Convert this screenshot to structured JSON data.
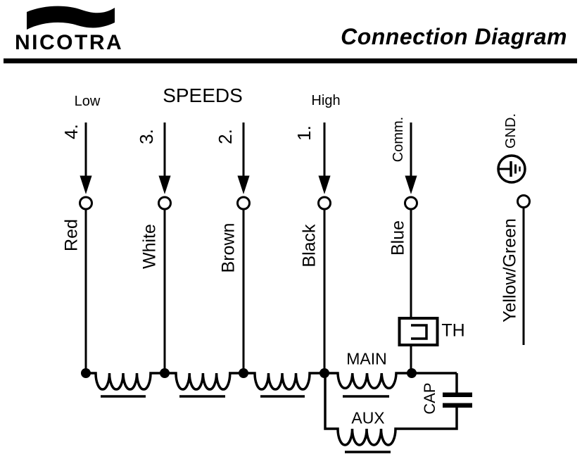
{
  "header": {
    "brand": "NICOTRA",
    "title": "Connection Diagram"
  },
  "diagram": {
    "speeds_title": "SPEEDS",
    "low_label": "Low",
    "high_label": "High",
    "terminals": [
      {
        "number": "4.",
        "wire_color": "Red"
      },
      {
        "number": "3.",
        "wire_color": "White"
      },
      {
        "number": "2.",
        "wire_color": "Brown"
      },
      {
        "number": "1.",
        "wire_color": "Black"
      },
      {
        "number": "Comm.",
        "wire_color": "Blue"
      },
      {
        "number": "GND.",
        "wire_color": "Yellow/Green"
      }
    ],
    "components": {
      "main_label": "MAIN",
      "aux_label": "AUX",
      "cap_label": "CAP",
      "th_label": "TH"
    }
  },
  "colors": {
    "ink": "#000000",
    "background": "#ffffff"
  }
}
